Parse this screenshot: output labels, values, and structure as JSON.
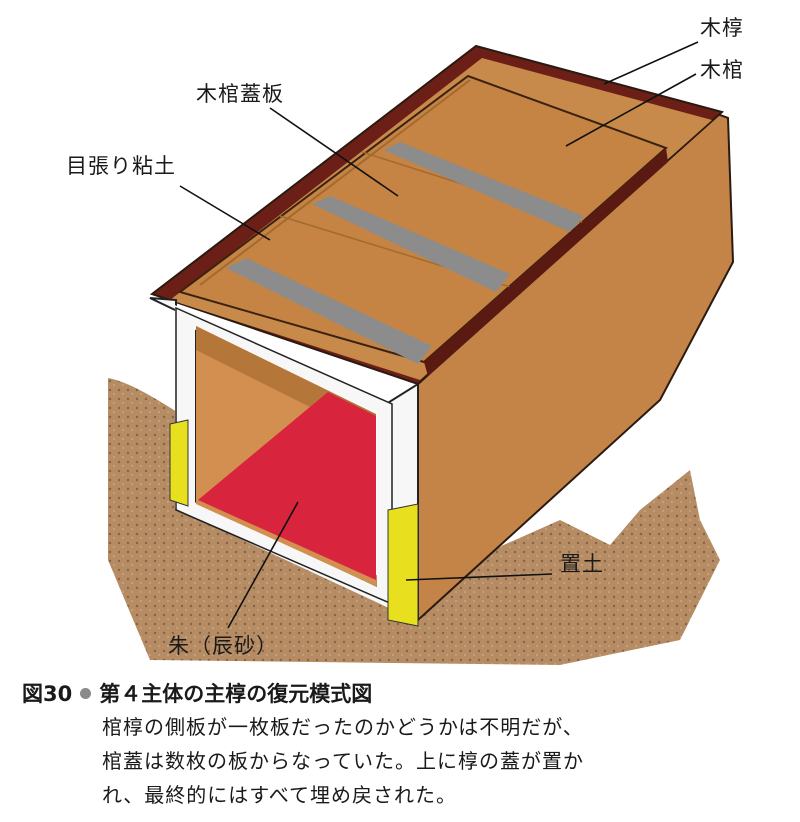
{
  "labels": {
    "kaku": "木椁",
    "kan": "木棺",
    "kan_futa": "木棺蓋板",
    "mebari": "目張り粘土",
    "okitsuchi": "置土",
    "shu": "朱（辰砂）"
  },
  "caption": {
    "fig_number": "図30",
    "title": "第４主体の主椁の復元模式図",
    "lines": [
      "棺椁の側板が一枚板だったのかどうかは不明だが、",
      "棺蓋は数枚の板からなっていた。上に椁の蓋が置か",
      "れ、最終的にはすべて埋め戻された。"
    ]
  },
  "colors": {
    "wood": "#c0803d",
    "wood_dark": "#6b1f17",
    "clay": "#8c8c8c",
    "cinnabar": "#d8243c",
    "fill_yellow": "#e8e01e",
    "soil": "#b8906a"
  }
}
